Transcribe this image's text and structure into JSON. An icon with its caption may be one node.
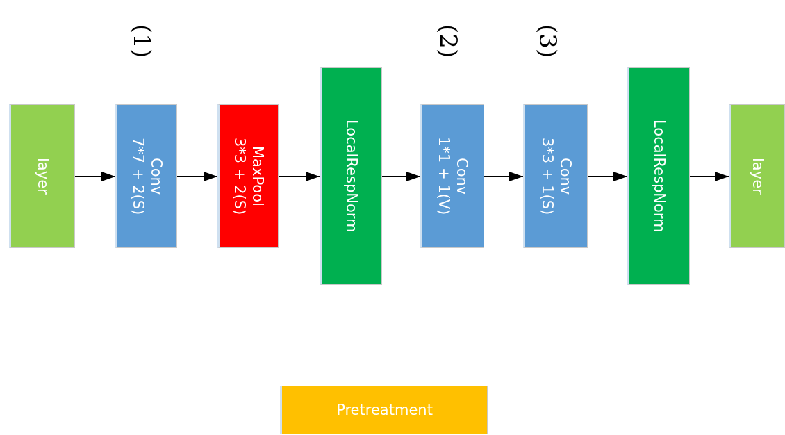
{
  "diagram": {
    "nodes": [
      {
        "text": [
          "layer"
        ]
      },
      {
        "text": [
          "Conv",
          "7*7 + 2(S)"
        ]
      },
      {
        "text": [
          "MaxPool",
          "3*3 + 2(S)"
        ]
      },
      {
        "text": [
          "LocalRespNorm"
        ]
      },
      {
        "text": [
          "Conv",
          "1*1 + 1(V)"
        ]
      },
      {
        "text": [
          "Conv",
          "3*3 + 1(S)"
        ]
      },
      {
        "text": [
          "LocalRespNorm"
        ]
      },
      {
        "text": [
          "layer"
        ]
      },
      {
        "text": [
          "Pretreatment"
        ]
      }
    ],
    "edges": [
      {
        "from": 0,
        "to": 1,
        "arrow": "to"
      },
      {
        "from": 1,
        "to": 2,
        "arrow": "to"
      },
      {
        "from": 2,
        "to": 3,
        "arrow": "to"
      },
      {
        "from": 3,
        "to": 4,
        "arrow": "to"
      },
      {
        "from": 4,
        "to": 5,
        "arrow": "to"
      },
      {
        "from": 5,
        "to": 6,
        "arrow": "to"
      },
      {
        "from": 6,
        "to": 7,
        "arrow": "to"
      }
    ],
    "labels": [
      "(1)",
      "(2)",
      "(3)"
    ]
  }
}
